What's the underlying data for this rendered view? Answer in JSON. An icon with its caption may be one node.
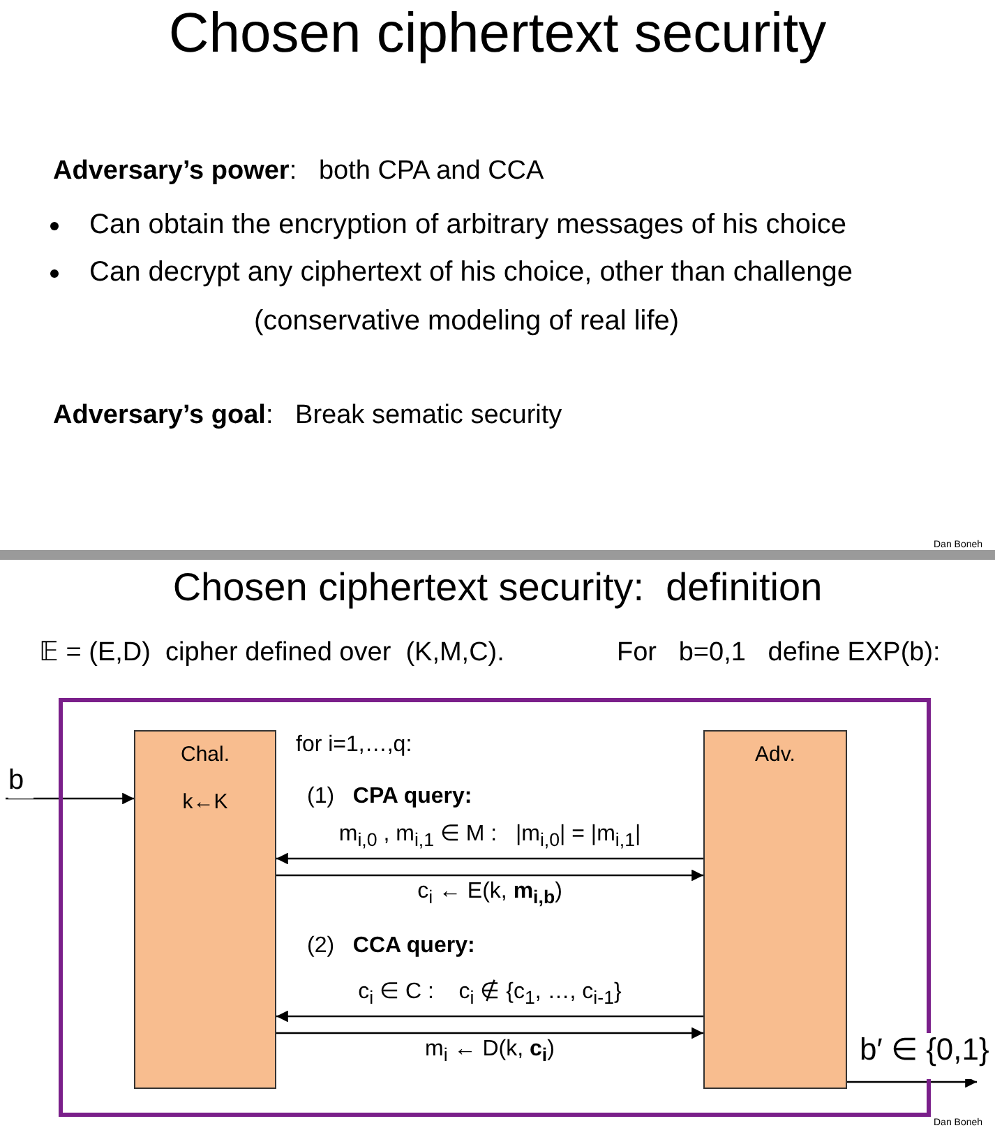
{
  "diagram": {
    "title": "Chosen ciphertext security",
    "nodes": [
      {
        "text": [],
        "shape": "box"
      },
      {
        "text": [
          "Chal.",
          "k←K"
        ],
        "in": 0
      },
      {
        "text": [
          "Adv."
        ],
        "in": 0
      },
      {
        "text": [
          "b"
        ]
      },
      {
        "text": [
          "b′ ∈ {0,1}"
        ]
      }
    ],
    "edges": [
      {
        "from": 3,
        "to": 1,
        "arrow": "to"
      },
      {
        "from": 2,
        "to": 1,
        "arrow": "to",
        "label": "m$_{i,0}$ , m$_{i,1}$ ∈ M :   |m$_{i,0}$| = |m$_{i,1}$|"
      },
      {
        "from": 1,
        "to": 2,
        "arrow": "to",
        "label": "c$_{i}$ ← E(k, **m$_{i,b}$**)"
      },
      {
        "from": 2,
        "to": 1,
        "arrow": "to",
        "label": "c$_{i}$ ∈ C :    c$_{i}$ ∉ {c$_{1}$, …, c$_{i-1}$}"
      },
      {
        "from": 1,
        "to": 2,
        "arrow": "to",
        "label": "m$_{i}$ ← D(k, **c$_{i}$**)"
      },
      {
        "from": 2,
        "to": 4,
        "arrow": "to"
      }
    ],
    "labels": [
      "**Adversary’s power**:   both CPA and CCA",
      "Can obtain the encryption of arbitrary messages of his choice",
      "Can decrypt any ciphertext of his choice, other than challenge",
      "(conservative modeling of real life)",
      "**Adversary’s goal**:   Break sematic security",
      "Dan Boneh",
      "Chosen ciphertext security:  definition",
      "𝔼 = (E,D)  cipher defined over  (K,M,C).",
      "For   b=0,1   define EXP(b):",
      "for i=1,…,q:",
      "(1)   **CPA query:**",
      "(2)   **CCA query:**",
      "Dan Boneh"
    ]
  }
}
